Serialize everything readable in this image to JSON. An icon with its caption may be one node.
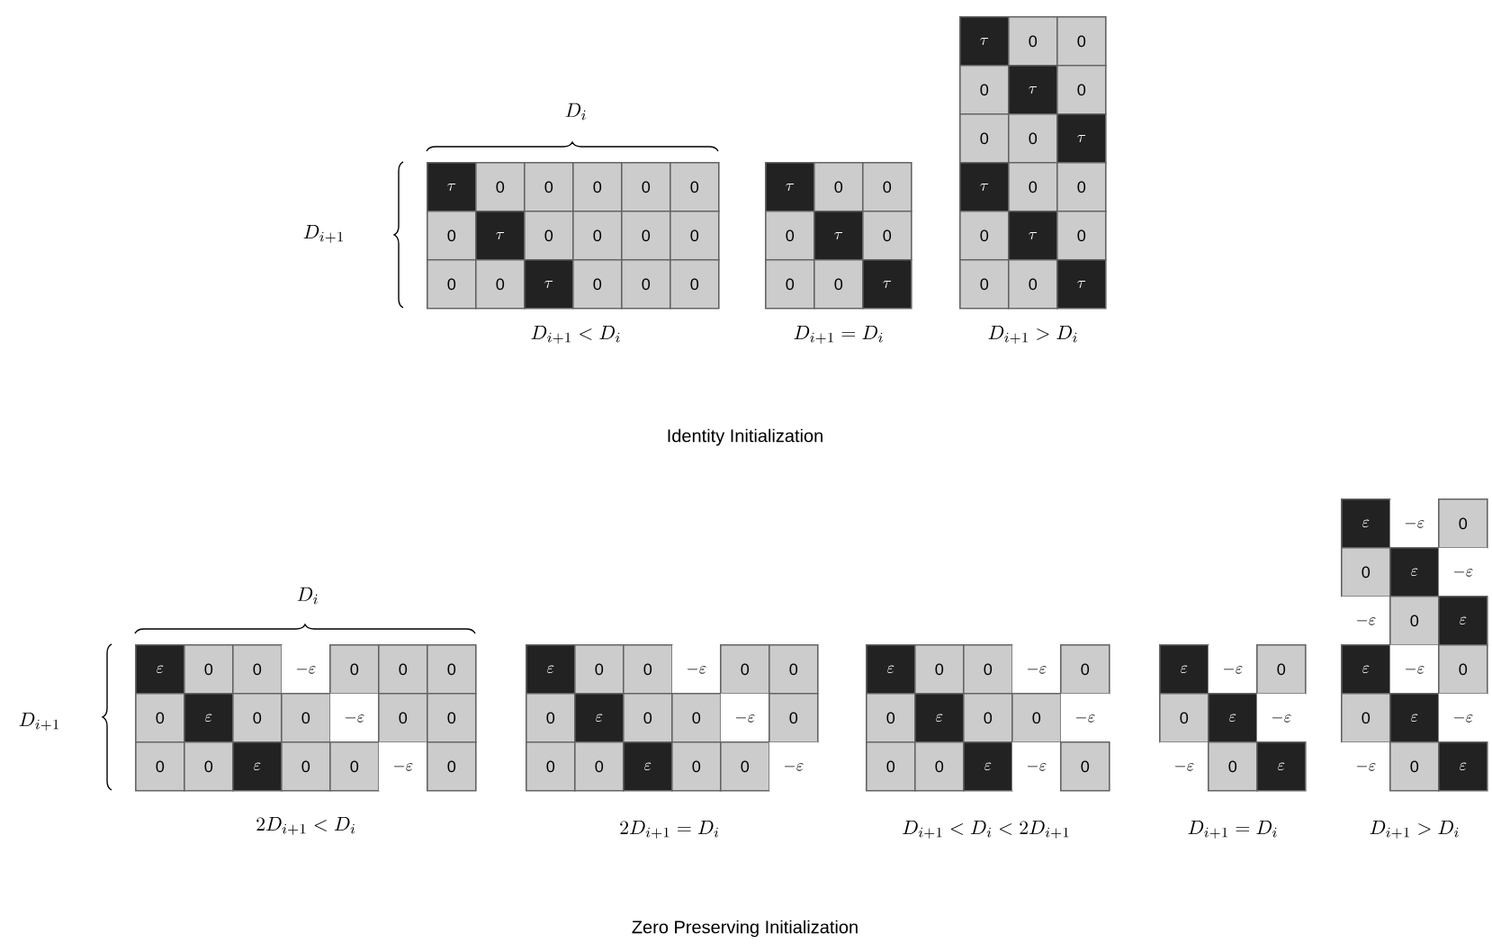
{
  "diagram": {
    "labels": [
      "D_i",
      "D_{i+1}",
      "\\tau",
      "0",
      "0",
      "0",
      "0",
      "0",
      "0",
      "\\tau",
      "0",
      "0",
      "0",
      "0",
      "0",
      "0",
      "\\tau",
      "0",
      "0",
      "0",
      "D_{i+1} < D_i",
      "\\tau",
      "0",
      "0",
      "0",
      "\\tau",
      "0",
      "0",
      "0",
      "\\tau",
      "D_{i+1} = D_i",
      "\\tau",
      "0",
      "0",
      "0",
      "\\tau",
      "0",
      "0",
      "0",
      "\\tau",
      "\\tau",
      "0",
      "0",
      "0",
      "\\tau",
      "0",
      "0",
      "0",
      "\\tau",
      "D_{i+1} > D_i",
      "Identity Initialization",
      "D_i",
      "D_{i+1}",
      "\\varepsilon",
      "0",
      "0",
      "-\\varepsilon",
      "0",
      "0",
      "0",
      "0",
      "\\varepsilon",
      "0",
      "0",
      "-\\varepsilon",
      "0",
      "0",
      "0",
      "0",
      "\\varepsilon",
      "0",
      "0",
      "-\\varepsilon",
      "0",
      "2D_{i+1} < D_i",
      "\\varepsilon",
      "0",
      "0",
      "-\\varepsilon",
      "0",
      "0",
      "0",
      "\\varepsilon",
      "0",
      "0",
      "-\\varepsilon",
      "0",
      "0",
      "0",
      "\\varepsilon",
      "0",
      "0",
      "-\\varepsilon",
      "2D_{i+1} = D_i",
      "\\varepsilon",
      "0",
      "0",
      "-\\varepsilon",
      "0",
      "0",
      "\\varepsilon",
      "0",
      "0",
      "-\\varepsilon",
      "0",
      "0",
      "\\varepsilon",
      "-\\varepsilon",
      "0",
      "D_{i+1} < D_i < 2D_{i+1}",
      "\\varepsilon",
      "-\\varepsilon",
      "0",
      "0",
      "\\varepsilon",
      "-\\varepsilon",
      "-\\varepsilon",
      "0",
      "\\varepsilon",
      "D_{i+1} = D_i",
      "\\varepsilon",
      "-\\varepsilon",
      "0",
      "0",
      "\\varepsilon",
      "-\\varepsilon",
      "-\\varepsilon",
      "0",
      "\\varepsilon",
      "\\varepsilon",
      "-\\varepsilon",
      "0",
      "0",
      "\\varepsilon",
      "-\\varepsilon",
      "-\\varepsilon",
      "0",
      "\\varepsilon",
      "D_{i+1} > D_i",
      "Zero Preserving Initialization"
    ]
  }
}
